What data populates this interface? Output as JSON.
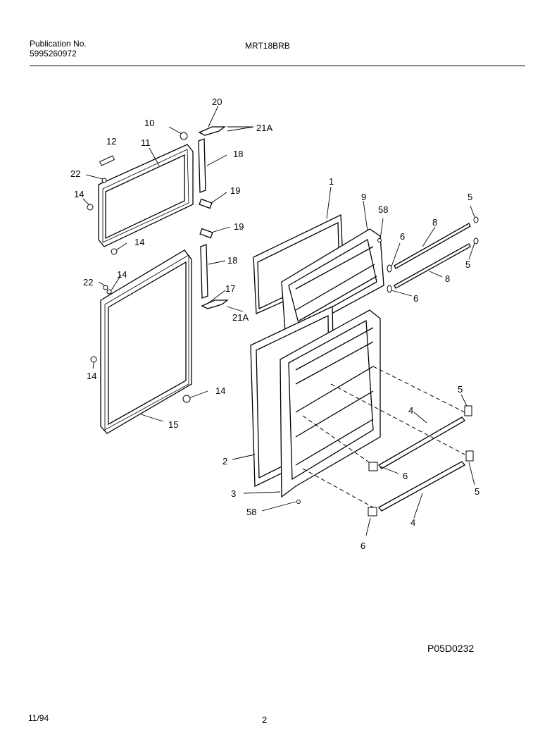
{
  "header": {
    "pub_label": "Publication No.",
    "pub_number": "5995260972",
    "model": "MRT18BRB"
  },
  "callouts": {
    "c1": "1",
    "c2": "2",
    "c3": "3",
    "c4a": "4",
    "c4b": "4",
    "c5a": "5",
    "c5b": "5",
    "c5c": "5",
    "c5d": "5",
    "c6a": "6",
    "c6b": "6",
    "c6c": "6",
    "c6d": "6",
    "c8a": "8",
    "c8b": "8",
    "c9": "9",
    "c10": "10",
    "c11": "11",
    "c12": "12",
    "c14a": "14",
    "c14b": "14",
    "c14c": "14",
    "c14d": "14",
    "c14e": "14",
    "c15": "15",
    "c17": "17",
    "c18a": "18",
    "c18b": "18",
    "c19a": "19",
    "c19b": "19",
    "c20": "20",
    "c21a": "21A",
    "c21b": "21A",
    "c22a": "22",
    "c22b": "22",
    "c58a": "58",
    "c58b": "58"
  },
  "footer": {
    "diagram_code": "P05D0232",
    "date": "11/94",
    "page": "2"
  }
}
